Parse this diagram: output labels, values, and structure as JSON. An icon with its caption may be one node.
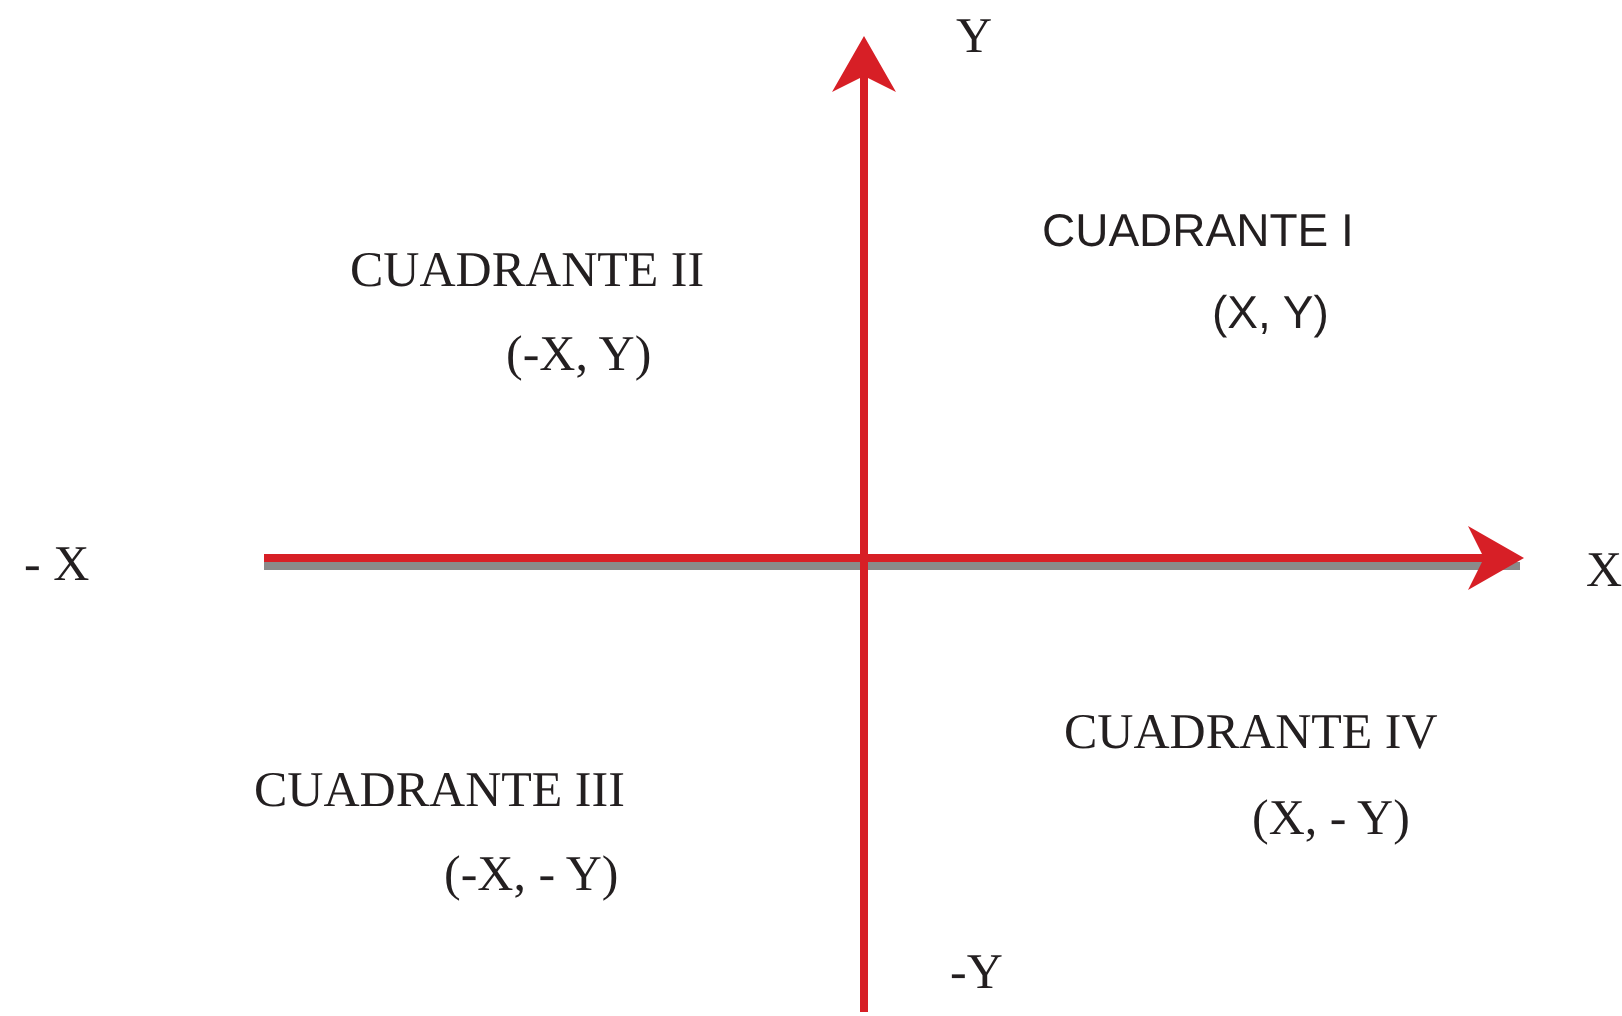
{
  "diagram": {
    "labels": [
      "Y",
      "CUADRANTE II",
      "(-X, Y)",
      "CUADRANTE I",
      "(X, Y)",
      "- X",
      "X",
      "CUADRANTE III",
      "(-X, - Y)",
      "CUADRANTE IV",
      "(X, - Y)",
      "-Y"
    ]
  }
}
